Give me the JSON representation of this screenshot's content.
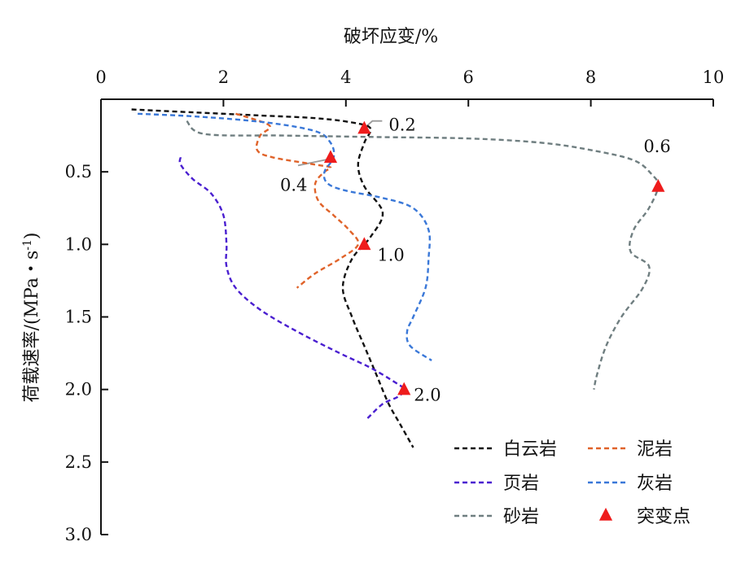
{
  "chart_data": {
    "type": "line",
    "xlabel": "破坏应变/%",
    "ylabel": "荷载速率/(MPa・s",
    "ylabel_sup": "-1",
    "ylabel_end": ")",
    "x_axis": {
      "position": "top",
      "lim": [
        0,
        10
      ],
      "ticks": [
        0,
        2,
        4,
        6,
        8,
        10
      ],
      "tick_labels": [
        "0",
        "2",
        "4",
        "6",
        "8",
        "10"
      ]
    },
    "y_axis": {
      "inverted": true,
      "lim": [
        0,
        3.0
      ],
      "ticks": [
        0.5,
        1.0,
        1.5,
        2.0,
        2.5,
        3.0
      ],
      "tick_labels": [
        "0.5",
        "1.0",
        "1.5",
        "2.0",
        "2.5",
        "3.0"
      ]
    },
    "grid": false,
    "legend_position": "bottom-right",
    "series": [
      {
        "name": "白云岩",
        "color": "#111111",
        "style": "dashed",
        "points": [
          [
            0.5,
            0.07
          ],
          [
            1.5,
            0.09
          ],
          [
            2.5,
            0.11
          ],
          [
            3.5,
            0.13
          ],
          [
            4.1,
            0.16
          ],
          [
            4.4,
            0.2
          ],
          [
            4.3,
            0.3
          ],
          [
            4.2,
            0.45
          ],
          [
            4.3,
            0.6
          ],
          [
            4.6,
            0.78
          ],
          [
            4.4,
            0.95
          ],
          [
            4.1,
            1.1
          ],
          [
            3.95,
            1.3
          ],
          [
            4.1,
            1.5
          ],
          [
            4.3,
            1.7
          ],
          [
            4.5,
            1.9
          ],
          [
            4.7,
            2.1
          ],
          [
            4.9,
            2.25
          ],
          [
            5.1,
            2.4
          ]
        ]
      },
      {
        "name": "泥岩",
        "color": "#e0632a",
        "style": "dashed",
        "points": [
          [
            2.2,
            0.1
          ],
          [
            2.75,
            0.18
          ],
          [
            2.6,
            0.25
          ],
          [
            2.55,
            0.35
          ],
          [
            2.8,
            0.4
          ],
          [
            3.5,
            0.45
          ],
          [
            3.75,
            0.47
          ],
          [
            3.65,
            0.5
          ],
          [
            3.5,
            0.58
          ],
          [
            3.55,
            0.7
          ],
          [
            3.8,
            0.8
          ],
          [
            4.05,
            0.9
          ],
          [
            4.2,
            1.0
          ],
          [
            3.9,
            1.1
          ],
          [
            3.5,
            1.2
          ],
          [
            3.2,
            1.3
          ]
        ]
      },
      {
        "name": "页岩",
        "color": "#4a1fd0",
        "style": "dashed",
        "points": [
          [
            1.3,
            0.4
          ],
          [
            1.3,
            0.45
          ],
          [
            1.5,
            0.55
          ],
          [
            1.8,
            0.65
          ],
          [
            2.0,
            0.8
          ],
          [
            2.05,
            1.0
          ],
          [
            2.05,
            1.15
          ],
          [
            2.2,
            1.3
          ],
          [
            2.6,
            1.45
          ],
          [
            3.2,
            1.6
          ],
          [
            3.9,
            1.75
          ],
          [
            4.4,
            1.85
          ],
          [
            4.8,
            1.95
          ],
          [
            4.95,
            2.0
          ],
          [
            4.85,
            2.05
          ],
          [
            4.6,
            2.1
          ],
          [
            4.35,
            2.2
          ]
        ]
      },
      {
        "name": "灰岩",
        "color": "#3a78d8",
        "style": "dashed",
        "points": [
          [
            0.6,
            0.1
          ],
          [
            1.6,
            0.12
          ],
          [
            2.7,
            0.16
          ],
          [
            3.5,
            0.22
          ],
          [
            3.75,
            0.3
          ],
          [
            3.8,
            0.4
          ],
          [
            3.65,
            0.5
          ],
          [
            3.7,
            0.58
          ],
          [
            4.0,
            0.63
          ],
          [
            4.6,
            0.68
          ],
          [
            5.1,
            0.75
          ],
          [
            5.35,
            0.9
          ],
          [
            5.35,
            1.1
          ],
          [
            5.3,
            1.3
          ],
          [
            5.1,
            1.5
          ],
          [
            5.0,
            1.6
          ],
          [
            5.05,
            1.7
          ],
          [
            5.4,
            1.8
          ]
        ]
      },
      {
        "name": "砂岩",
        "color": "#6f7e80",
        "style": "dashed",
        "points": [
          [
            1.4,
            0.15
          ],
          [
            1.7,
            0.24
          ],
          [
            3.0,
            0.25
          ],
          [
            4.5,
            0.26
          ],
          [
            6.0,
            0.27
          ],
          [
            7.2,
            0.3
          ],
          [
            8.0,
            0.35
          ],
          [
            8.7,
            0.42
          ],
          [
            9.0,
            0.52
          ],
          [
            9.1,
            0.6
          ],
          [
            8.95,
            0.75
          ],
          [
            8.7,
            0.9
          ],
          [
            8.65,
            1.05
          ],
          [
            8.95,
            1.15
          ],
          [
            8.85,
            1.3
          ],
          [
            8.5,
            1.5
          ],
          [
            8.25,
            1.7
          ],
          [
            8.1,
            1.9
          ],
          [
            8.05,
            2.0
          ]
        ]
      }
    ],
    "mutation_points": {
      "name": "突变点",
      "color": "#ee1c1c",
      "points": [
        {
          "x": 4.3,
          "y": 0.2,
          "label": "0.2"
        },
        {
          "x": 3.75,
          "y": 0.4,
          "label": "0.4"
        },
        {
          "x": 9.1,
          "y": 0.6,
          "label": "0.6"
        },
        {
          "x": 4.3,
          "y": 1.0,
          "label": "1.0"
        },
        {
          "x": 4.95,
          "y": 2.0,
          "label": "2.0"
        }
      ]
    },
    "leader_color": "#9a9a9a"
  }
}
